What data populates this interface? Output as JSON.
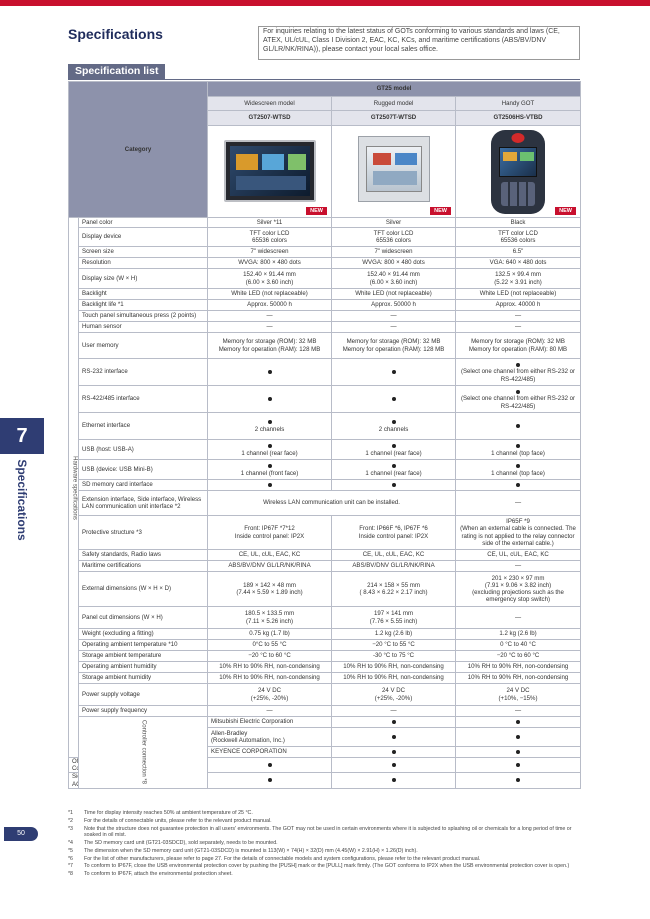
{
  "header": {
    "title": "Specifications",
    "inquiry": "For inquiries relating to the latest status of GOTs conforming to various standards and laws (CE, ATEX, UL/cUL, Class I Division 2, EAC, KC, KCs, and maritime certifications (ABS/BV/DNV GL/LR/NK/RINA)), please contact your local sales office."
  },
  "section_title": "Specification list",
  "table": {
    "category_label": "Category",
    "series_label": "GT25 model",
    "columns": [
      {
        "type": "Widescreen model",
        "model": "GT2507-WTSD",
        "badge": "NEW"
      },
      {
        "type": "Rugged model",
        "model": "GT2507T-WTSD",
        "badge": "NEW"
      },
      {
        "type": "Handy GOT",
        "model": "GT2506HS-VTBD",
        "badge": "NEW"
      }
    ],
    "groups": {
      "hardware": "Hardware specifications",
      "controller": "Controller connection *8"
    },
    "rows": {
      "panel_color": {
        "label": "Panel color",
        "v": [
          "Silver *11",
          "Silver",
          "Black"
        ]
      },
      "display_device": {
        "label": "Display device",
        "v": [
          "TFT color LCD\n65536 colors",
          "TFT color LCD\n65536 colors",
          "TFT color LCD\n65536 colors"
        ]
      },
      "screen_size": {
        "label": "Screen size",
        "v": [
          "7\" widescreen",
          "7\" widescreen",
          "6.5\""
        ]
      },
      "resolution": {
        "label": "Resolution",
        "v": [
          "WVGA: 800 × 480 dots",
          "WVGA: 800 × 480 dots",
          "VGA: 640 × 480 dots"
        ]
      },
      "display_size": {
        "label": "Display size (W × H)",
        "v": [
          "152.40 × 91.44 mm\n(6.00 × 3.60 inch)",
          "152.40 × 91.44 mm\n(6.00 × 3.60 inch)",
          "132.5 × 99.4 mm\n(5.22 × 3.91 inch)"
        ]
      },
      "backlight": {
        "label": "Backlight",
        "v": [
          "White LED (not replaceable)",
          "White LED (not replaceable)",
          "White LED (not replaceable)"
        ]
      },
      "backlight_life": {
        "label": "Backlight life *1",
        "v": [
          "Approx. 50000 h",
          "Approx. 50000 h",
          "Approx. 40000 h"
        ]
      },
      "touch_press": {
        "label": "Touch panel simultaneous press (2 points)",
        "v": [
          "—",
          "—",
          "—"
        ]
      },
      "human_sensor": {
        "label": "Human sensor",
        "v": [
          "—",
          "—",
          "—"
        ]
      },
      "user_memory": {
        "label": "User memory",
        "v": [
          "Memory for storage (ROM): 32 MB\nMemory for operation (RAM): 128 MB",
          "Memory for storage (ROM): 32 MB\nMemory for operation (RAM): 128 MB",
          "Memory for storage (ROM): 32 MB\nMemory for operation (RAM): 80 MB"
        ]
      },
      "rs232": {
        "label": "RS-232 interface",
        "v3_text": "(Select one channel from either RS-232 or RS-422/485)"
      },
      "rs422": {
        "label": "RS-422/485 interface",
        "v3_text": "(Select one channel from either RS-232 or RS-422/485)"
      },
      "ethernet": {
        "label": "Ethernet interface",
        "v1_text": "2 channels",
        "v2_text": "2 channels"
      },
      "usb_host": {
        "label": "USB (host: USB-A)",
        "v": [
          "1 channel (rear face)",
          "1 channel (rear face)",
          "1 channel (top face)"
        ]
      },
      "usb_device": {
        "label": "USB (device: USB Mini-B)",
        "v": [
          "1 channel (front face)",
          "1 channel (rear face)",
          "1 channel (top face)"
        ]
      },
      "sd_card": {
        "label": "SD memory card interface"
      },
      "extension": {
        "label": "Extension interface, Side interface, Wireless LAN communication unit interface *2",
        "merged": "Wireless LAN communication unit can be installed.",
        "v3": "—"
      },
      "protective": {
        "label": "Protective structure *3",
        "v": [
          "Front: IP67F *7*12\nInside control panel: IP2X",
          "Front: IP66F *6, IP67F *6\nInside control panel: IP2X",
          "IP65F *9\n(When an external cable is connected. The rating is not applied to the relay connector side of the external cable.)"
        ]
      },
      "safety": {
        "label": "Safety standards, Radio laws",
        "v": [
          "CE, UL, cUL, EAC, KC",
          "CE, UL, cUL, EAC, KC",
          "CE, UL, cUL, EAC, KC"
        ]
      },
      "maritime": {
        "label": "Maritime certifications",
        "v": [
          "ABS/BV/DNV GL/LR/NK/RINA",
          "ABS/BV/DNV GL/LR/NK/RINA",
          "—"
        ]
      },
      "ext_dims": {
        "label": "External dimensions (W × H × D)",
        "v": [
          "189 × 142 × 48 mm\n(7.44 × 5.59 × 1.89 inch)",
          "214 × 158 × 55 mm\n( 8.43 × 6.22 × 2.17 inch)",
          "201 × 230 × 97 mm\n(7.91 × 9.06 × 3.82 inch)\n(excluding projections such as the emergency stop switch)"
        ]
      },
      "cut_dims": {
        "label": "Panel cut dimensions (W × H)",
        "v": [
          "180.5 × 133.5 mm\n(7.11 × 5.26 inch)",
          "197 × 141 mm\n(7.76 × 5.55 inch)",
          "—"
        ]
      },
      "weight": {
        "label": "Weight (excluding a fitting)",
        "v": [
          "0.75 kg (1.7 lb)",
          "1.2 kg (2.6 lb)",
          "1.2 kg (2.6 lb)"
        ]
      },
      "op_temp": {
        "label": "Operating ambient temperature *10",
        "v": [
          "0°C to 55 °C",
          "−20 °C to 55 °C",
          "0 °C to 40 °C"
        ]
      },
      "st_temp": {
        "label": "Storage ambient temperature",
        "v": [
          "−20 °C to 60 °C",
          "-30 °C to 75 °C",
          "−20 °C to 60 °C"
        ]
      },
      "op_hum": {
        "label": "Operating ambient humidity",
        "v": [
          "10% RH to 90% RH, non-condensing",
          "10% RH to 90% RH, non-condensing",
          "10% RH to 90% RH, non-condensing"
        ]
      },
      "st_hum": {
        "label": "Storage ambient humidity",
        "v": [
          "10% RH to 90% RH, non-condensing",
          "10% RH to 90% RH, non-condensing",
          "10% RH to 90% RH, non-condensing"
        ]
      },
      "power_v": {
        "label": "Power supply voltage",
        "v": [
          "24 V DC\n(+25%, -20%)",
          "24 V DC\n(+25%, -20%)",
          "24 V DC\n(+10%, −15%)"
        ]
      },
      "power_f": {
        "label": "Power supply frequency",
        "v": [
          "—",
          "—",
          "—"
        ]
      },
      "mitsubishi": {
        "label": "Mitsubishi Electric Corporation"
      },
      "allen": {
        "label": "Allen-Bradley\n(Rockwell Automation, Inc.)"
      },
      "keyence": {
        "label": "KEYENCE CORPORATION"
      },
      "omron": {
        "label": "OMRON Corporation"
      },
      "siemens": {
        "label": "Siemens AG"
      }
    }
  },
  "sidebar": {
    "chapter": "7",
    "label": "Specifications"
  },
  "page_number": "50",
  "notes": [
    {
      "m": "*1",
      "t": "Time for display intensity reaches 50% at ambient temperature of 25 °C."
    },
    {
      "m": "*2",
      "t": "For the details of connectable units, please refer to the relevant product manual."
    },
    {
      "m": "*3",
      "t": "Note that the structure does not guarantee protection in all users' environments. The GOT may not be used in certain environments where it is subjected to splashing oil or chemicals for a long period of time or soaked in oil mist."
    },
    {
      "m": "*4",
      "t": "The SD memory card unit (GT21-03SDCD), sold separately, needs to be mounted."
    },
    {
      "m": "*5",
      "t": "The dimension when the SD memory card unit (GT21-03SDCD) is mounted is 113(W) × 74(H) × 32(D) mm (4.45(W) × 2.91(H) × 1.26(D) inch)."
    },
    {
      "m": "*6",
      "t": "For the list of other manufacturers, please refer to page 27. For the details of connectable models and system configurations, please refer to the relevant product manual."
    },
    {
      "m": "*7",
      "t": "To conform to IP67F, close the USB environmental protection cover by pushing the [PUSH] mark or the [PULL] mark firmly. (The GOT conforms to IP2X when the USB environmental protection cover is open.)"
    },
    {
      "m": "*8",
      "t": "To conform to IP67F, attach the environmental protection sheet."
    }
  ]
}
